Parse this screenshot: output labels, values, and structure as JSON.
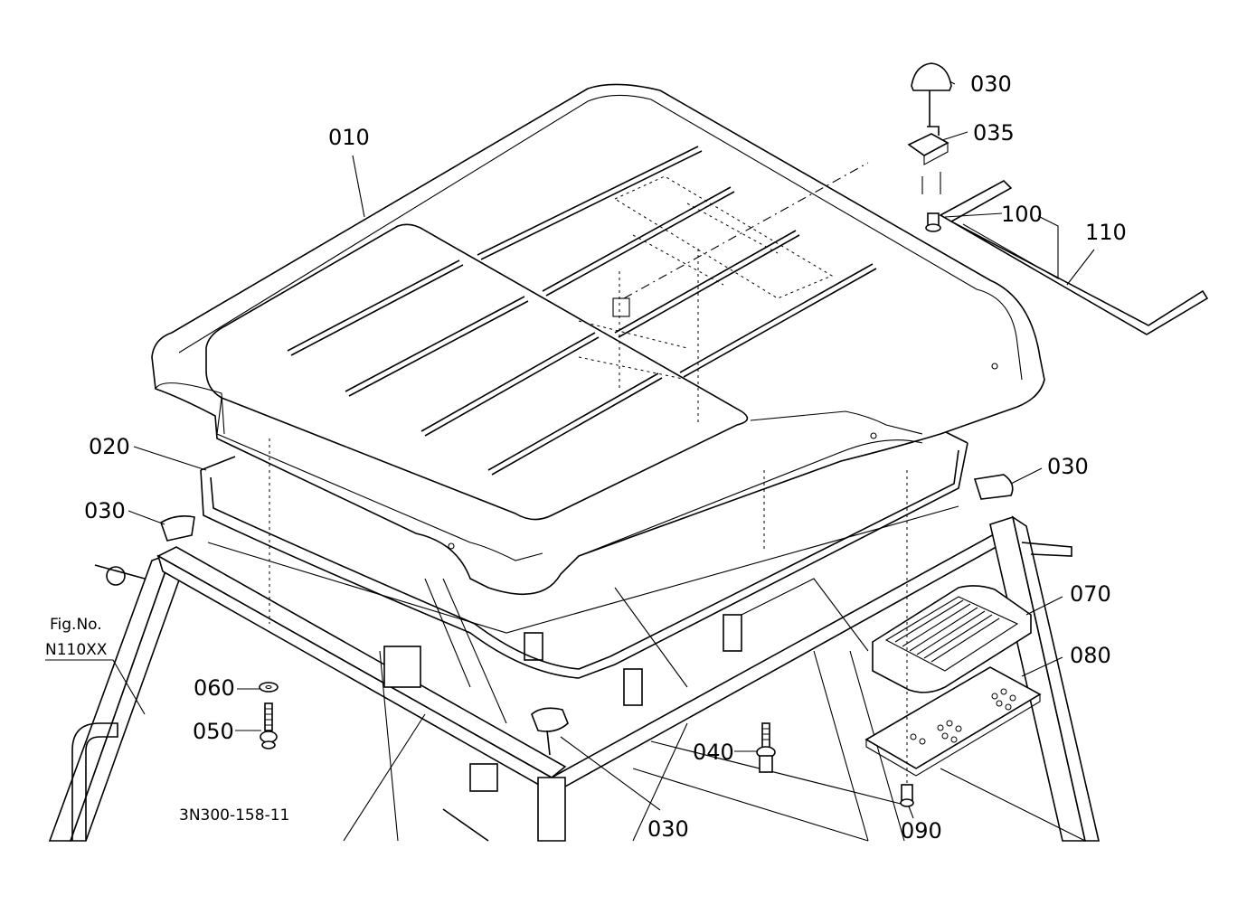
{
  "figure": {
    "fig_no_label": "Fig.No.",
    "fig_no_value": "N110XX",
    "drawing_number": "3N300-158-11"
  },
  "callouts": {
    "p010": "010",
    "p020": "020",
    "p030_top": "030",
    "p030_left": "030",
    "p030_right": "030",
    "p030_bottom": "030",
    "p035": "035",
    "p040": "040",
    "p050": "050",
    "p060": "060",
    "p070": "070",
    "p080": "080",
    "p090": "090",
    "p100": "100",
    "p110": "110"
  }
}
